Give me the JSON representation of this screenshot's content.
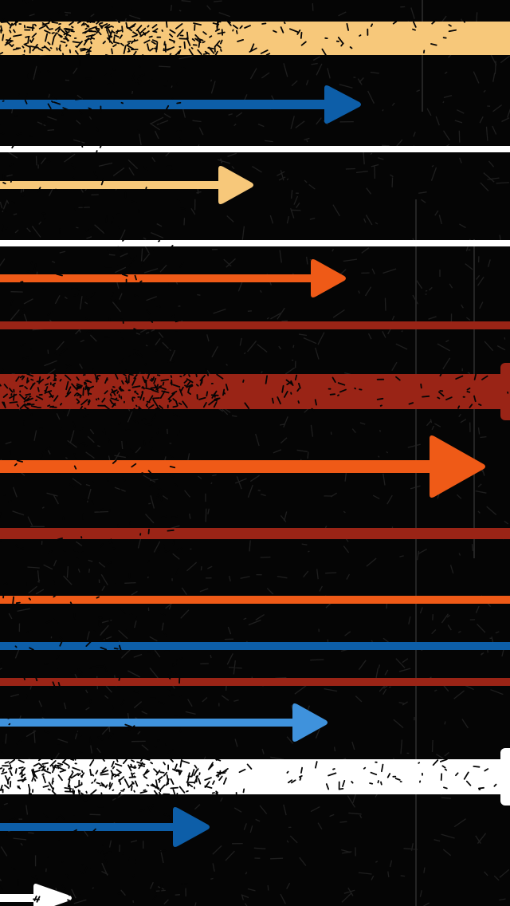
{
  "image": {
    "description_items": [],
    "background_color": "#050505",
    "texture_color": "#242424",
    "palette": {
      "tan": "#f7c87a",
      "blue": "#0d5ea8",
      "white": "#ffffff",
      "orange": "#ef5a17",
      "rust": "#9a2416",
      "sky_blue": "#3f92dc"
    },
    "stripes": [
      {
        "color_key": "tan"
      },
      {
        "color_key": "blue",
        "arrow": true
      },
      {
        "color_key": "white"
      },
      {
        "color_key": "tan",
        "arrow": true
      },
      {
        "color_key": "white"
      },
      {
        "color_key": "orange",
        "arrow": true
      },
      {
        "color_key": "rust"
      },
      {
        "color_key": "rust",
        "arrow_partial": true
      },
      {
        "color_key": "orange",
        "arrow": true
      },
      {
        "color_key": "rust"
      },
      {
        "color_key": "orange"
      },
      {
        "color_key": "blue"
      },
      {
        "color_key": "rust"
      },
      {
        "color_key": "sky_blue",
        "arrow": true
      },
      {
        "color_key": "white",
        "arrow_partial": true
      },
      {
        "color_key": "blue",
        "arrow": true
      },
      {
        "color_key": "white",
        "arrow": true
      }
    ]
  }
}
